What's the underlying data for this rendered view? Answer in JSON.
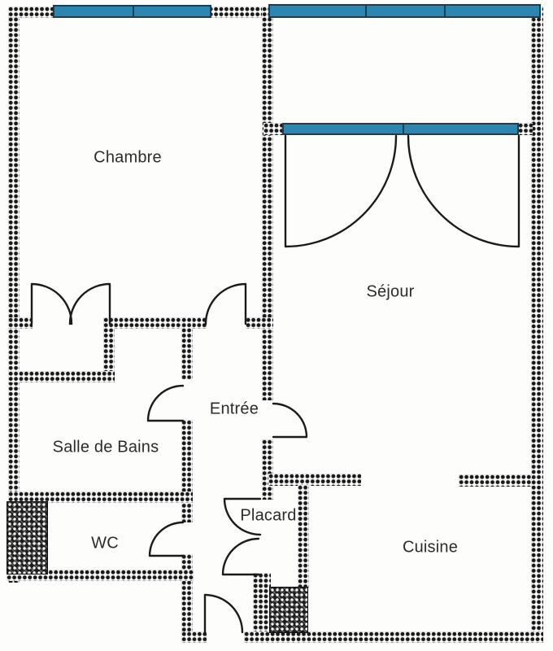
{
  "plan": {
    "rooms": {
      "chambre": {
        "label": "Chambre"
      },
      "sejour": {
        "label": "Séjour"
      },
      "salle_de_bains": {
        "label": "Salle de Bains"
      },
      "entree": {
        "label": "Entrée"
      },
      "wc": {
        "label": "WC"
      },
      "placard": {
        "label": "Placard"
      },
      "cuisine": {
        "label": "Cuisine"
      }
    },
    "colors": {
      "window_fill": "#2e86ae",
      "window_frame": "#173f58",
      "wall_ink": "#1a1a1a"
    }
  }
}
